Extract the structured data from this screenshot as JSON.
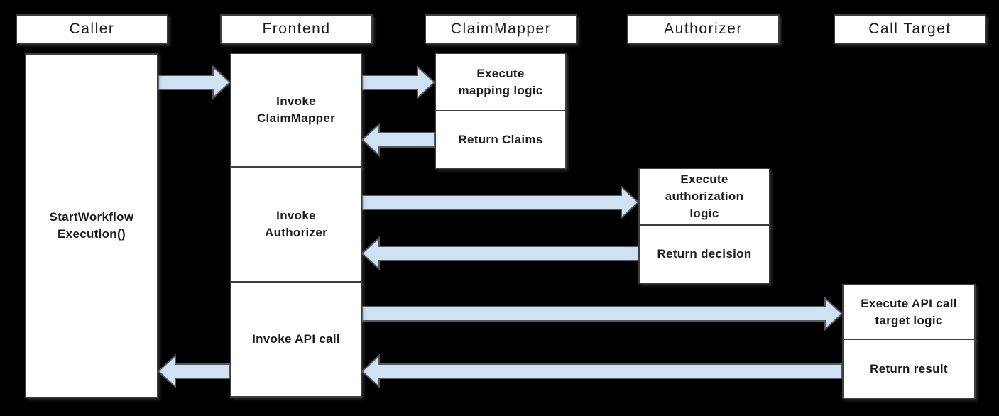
{
  "colors": {
    "bg": "#000000",
    "box-fill": "#ffffff",
    "box-border": "#3f3f3f",
    "arrow-fill": "#cfe2f3",
    "arrow-stroke": "#55585c",
    "text": "#1c1c1c"
  },
  "actors": {
    "caller": "Caller",
    "frontend": "Frontend",
    "claimmapper": "ClaimMapper",
    "authorizer": "Authorizer",
    "calltarget": "Call Target"
  },
  "activations": {
    "caller_start": "StartWorkflow\nExecution()",
    "frontend_invoke_claimmapper": "Invoke\nClaimMapper",
    "frontend_invoke_authorizer": "Invoke\nAuthorizer",
    "frontend_invoke_api_call": "Invoke API call",
    "claimmapper_execute": "Execute\nmapping logic",
    "claimmapper_return": "Return Claims",
    "authorizer_execute": "Execute\nauthorization\nlogic",
    "authorizer_return": "Return decision",
    "calltarget_execute": "Execute API call\ntarget logic",
    "calltarget_return": "Return result"
  },
  "messages": [
    {
      "from": "Caller",
      "to": "Frontend"
    },
    {
      "from": "Frontend",
      "to": "ClaimMapper"
    },
    {
      "from": "ClaimMapper",
      "to": "Frontend"
    },
    {
      "from": "Frontend",
      "to": "Authorizer"
    },
    {
      "from": "Authorizer",
      "to": "Frontend"
    },
    {
      "from": "Frontend",
      "to": "Call Target"
    },
    {
      "from": "Call Target",
      "to": "Frontend"
    },
    {
      "from": "Frontend",
      "to": "Caller"
    }
  ]
}
